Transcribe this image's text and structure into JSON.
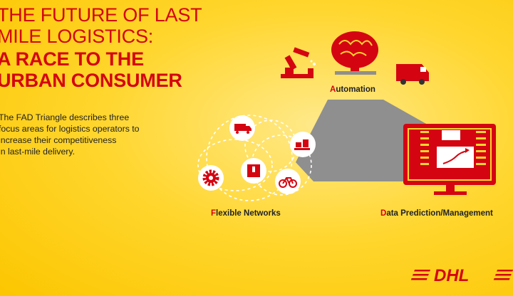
{
  "headline": {
    "light": "THE FUTURE OF LAST\nMILE LOGISTICS:",
    "bold": "A RACE TO THE\nURBAN CONSUMER"
  },
  "description": "The FAD Triangle describes three\nfocus areas for logistics operators to\nincrease their competitiveness\nin last-mile delivery.",
  "pillars": {
    "automation": {
      "first": "A",
      "rest": "utomation"
    },
    "flexible": {
      "first": "F",
      "rest": "lexible Networks"
    },
    "data": {
      "first": "D",
      "rest": "ata Prediction/Management"
    }
  },
  "brand": {
    "logo": "DHL"
  },
  "colors": {
    "red": "#d40511",
    "yellow": "#ffcc00",
    "grey": "#8f8f8f"
  },
  "icons": [
    "robot-arm-icon",
    "brain-icon",
    "van-icon",
    "truck-icon",
    "gear-icon",
    "parcel-icon",
    "cargo-icon",
    "bicycle-icon",
    "monitor-icon"
  ]
}
